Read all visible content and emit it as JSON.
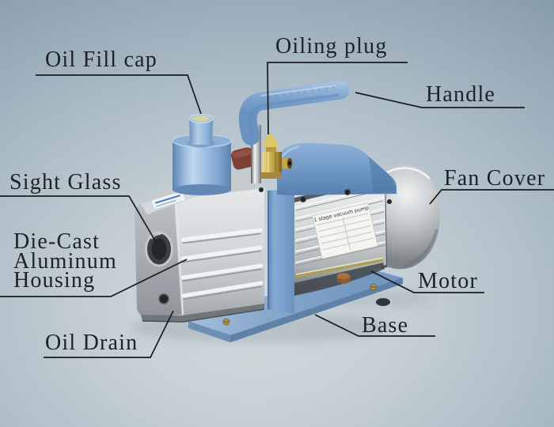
{
  "scene": {
    "annotations": {
      "oil_fill_cap": "Oil Fill cap",
      "oiling_plug": "Oiling plug",
      "handle": "Handle",
      "fan_cover": "Fan Cover",
      "sight_glass": "Sight Glass",
      "die_cast_housing_lines": [
        "Die-Cast",
        "Aluminum",
        "Housing"
      ],
      "oil_drain": "Oil Drain",
      "motor": "Motor",
      "base": "Base"
    },
    "motor_plate_text": "1 stage vacuum pump",
    "colors": {
      "background_corner": "#6a8095",
      "background_center": "#d4dadd",
      "pump_blue": "#7fa6cf",
      "base_blue": "#85a4c9",
      "aluminum_silver": "#d6d9db",
      "brass": "#c4a94e",
      "label_text": "#1e2226",
      "leader_line": "#1b1c1e"
    }
  }
}
